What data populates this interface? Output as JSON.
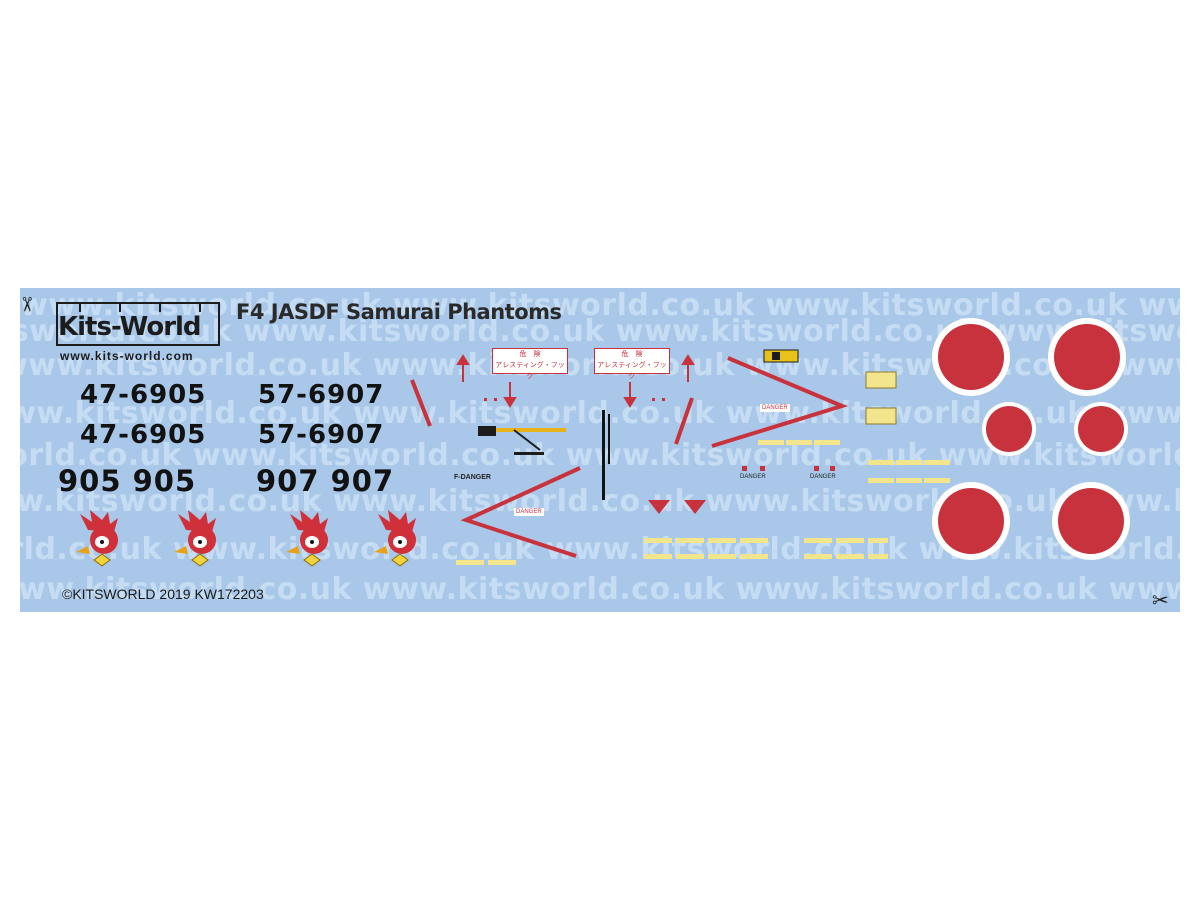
{
  "watermark": "www.kitsworld.co.uk",
  "logo": {
    "name": "Kits-World",
    "url": "www.kits-world.com"
  },
  "title": "F4 JASDF Samurai Phantoms",
  "serials": [
    "47-6905",
    "57-6907",
    "47-6905",
    "57-6907"
  ],
  "codes": [
    "905 905",
    "907 907"
  ],
  "copyright": "©KITSWORLD 2019 KW172203",
  "decal_stencils": {
    "jp_label": "アレスティング・フック",
    "jp_label_top": "危　険",
    "danger": "DANGER",
    "stencil_left": "F-DANGER",
    "stencil_small": "DANGER"
  },
  "colors": {
    "sheet_bg": "#a9c8e9",
    "watermark": "#c6dcf2",
    "hinomaru_red": "#c8323c",
    "decal_black": "#121212",
    "decal_yellow": "#f3e58c"
  },
  "icons": [
    "scissors-icon",
    "woodpecker-mascot-icon"
  ]
}
